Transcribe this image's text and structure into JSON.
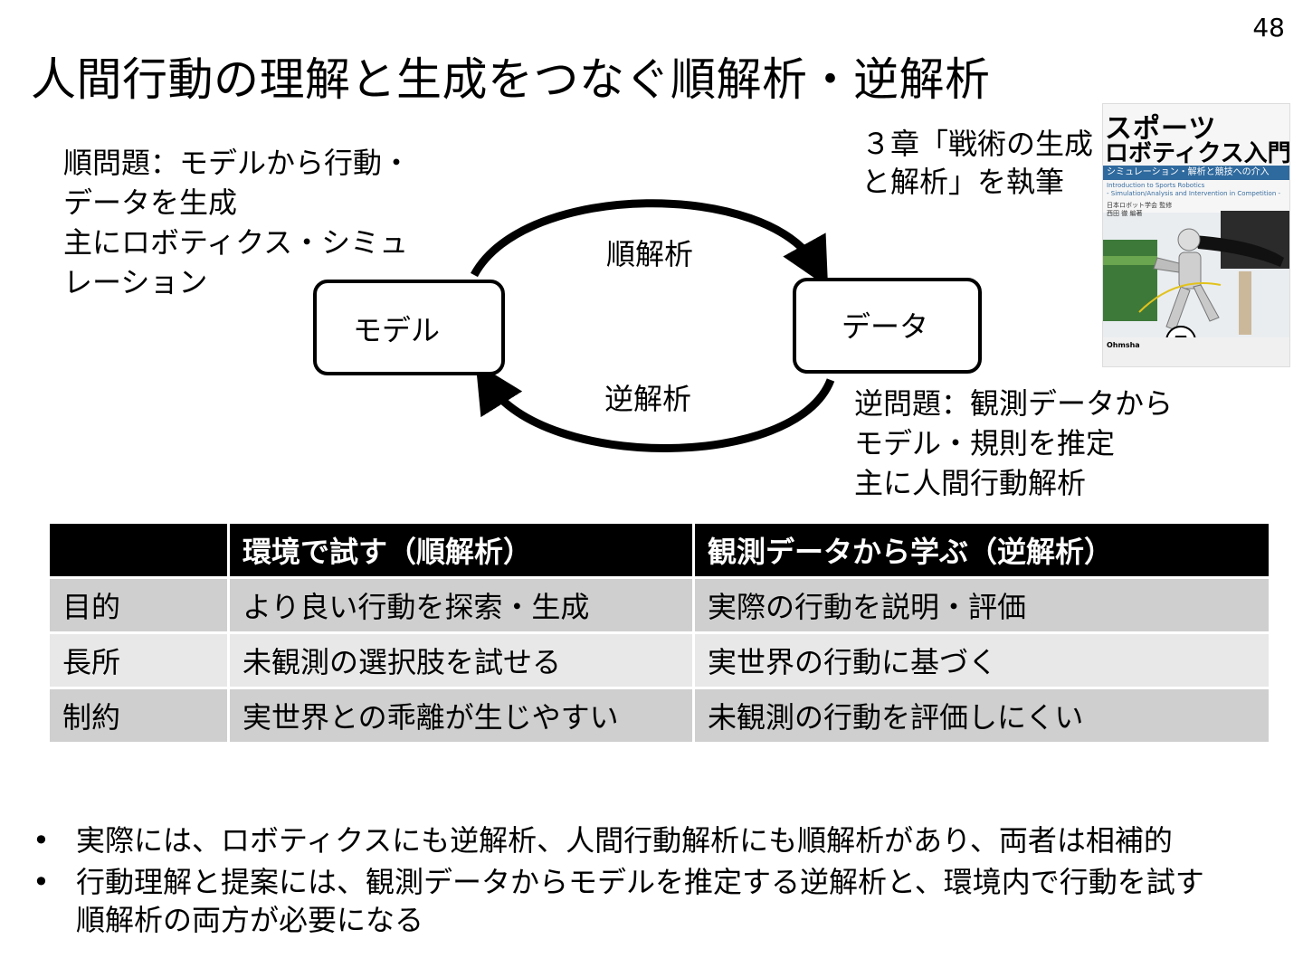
{
  "page_number": "48",
  "title": "人間行動の理解と生成をつなぐ順解析・逆解析",
  "forward_problem": {
    "lines": [
      "順問題：モデルから行動・",
      "データを生成",
      "主にロボティクス・シミュ",
      "レーション"
    ]
  },
  "inverse_problem": {
    "lines": [
      "逆問題：観測データから",
      "モデル・規則を推定",
      "主に人間行動解析"
    ]
  },
  "book_note": {
    "lines": [
      "３章「戦術の生成",
      "と解析」を執筆"
    ]
  },
  "book_cover": {
    "title_line1": "スポーツ",
    "title_line2": "ロボティクス入門",
    "subtitle": "シミュレーション・解析と競技への介入",
    "english_line1": "Introduction to Sports Robotics",
    "english_line2": "- Simulation/Analysis and Intervention in Competition -",
    "author_line1": "日本ロボット学会 監修",
    "author_line2": "西田 徹 編著",
    "publisher": "Ohmsha"
  },
  "diagram": {
    "model_label": "モデル",
    "data_label": "データ",
    "forward_label": "順解析",
    "inverse_label": "逆解析"
  },
  "table": {
    "headers": [
      "",
      "環境で試す（順解析）",
      "観測データから学ぶ（逆解析）"
    ],
    "rows": [
      [
        "目的",
        "より良い行動を探索・生成",
        "実際の行動を説明・評価"
      ],
      [
        "長所",
        "未観測の選択肢を試せる",
        "実世界の行動に基づく"
      ],
      [
        "制約",
        "実世界との乖離が生じやすい",
        "未観測の行動を評価しにくい"
      ]
    ]
  },
  "bullets": [
    {
      "marker": "•",
      "lines": [
        "実際には、ロボティクスにも逆解析、人間行動解析にも順解析があり、両者は相補的"
      ]
    },
    {
      "marker": "•",
      "lines": [
        "行動理解と提案には、観測データからモデルを推定する逆解析と、環境内で行動を試す",
        "順解析の両方が必要になる"
      ]
    }
  ]
}
